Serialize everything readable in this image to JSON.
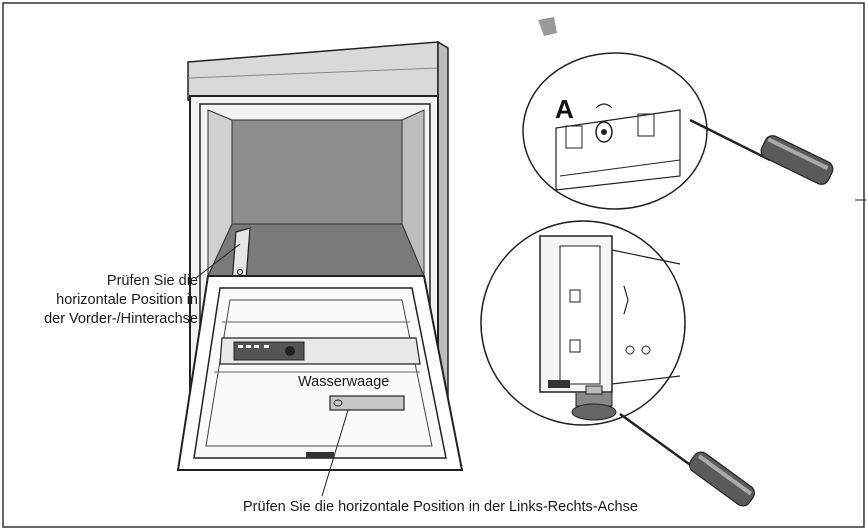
{
  "labels": {
    "front_back_lines": [
      "Prüfen Sie die",
      "horizontale Position in",
      "der Vorder-/Hinterachse"
    ],
    "spirit_level": "Wasserwaage",
    "left_right": "Prüfen Sie die horizontale Position in der Links-Rechts-Achse",
    "detail_marker": "A"
  },
  "icons": [
    "dishwasher-illustration",
    "spirit-level-icon",
    "screwdriver-icon",
    "adjustable-foot-icon",
    "fold-arrow-icon"
  ]
}
